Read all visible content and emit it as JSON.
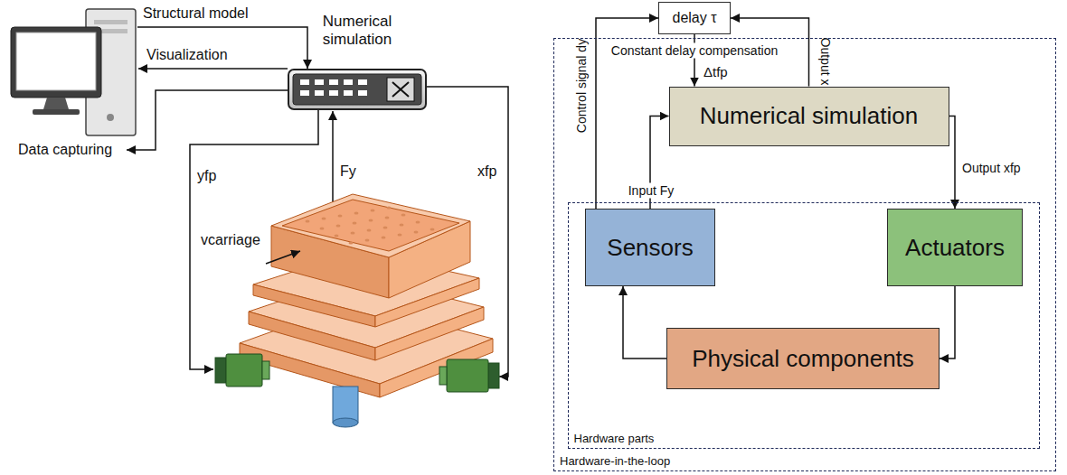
{
  "diagram": {
    "nodes": [
      {
        "text": [
          "Numerical simulation"
        ]
      },
      {
        "text": [
          "delay τ"
        ]
      },
      {
        "text": [
          "Hardware-in-the-loop"
        ]
      },
      {
        "text": [
          "Numerical simulation"
        ],
        "in": 2
      },
      {
        "text": [
          "Hardware parts"
        ],
        "in": 2
      },
      {
        "text": [
          "Sensors"
        ],
        "in": 4
      },
      {
        "text": [
          "Actuators"
        ],
        "in": 4
      },
      {
        "text": [
          "Physical components"
        ],
        "in": 4
      }
    ],
    "edges": [
      {
        "from": 5,
        "to": 1,
        "arrow": "to",
        "label": "Control signal dy"
      },
      {
        "from": 3,
        "to": 1,
        "arrow": "to",
        "label": "Output x"
      },
      {
        "from": 1,
        "to": 3,
        "arrow": "to",
        "label": "Constant delay compensation"
      },
      {
        "from": 5,
        "to": 3,
        "arrow": "to",
        "label": "Input Fy"
      },
      {
        "from": 3,
        "to": 6,
        "arrow": "to",
        "label": "Output xfp"
      },
      {
        "from": 6,
        "to": 7,
        "arrow": "to"
      },
      {
        "from": 7,
        "to": 5,
        "arrow": "to"
      }
    ],
    "labels": [
      "Structural model",
      "Visualization",
      "Data capturing",
      "yfp",
      "Fy",
      "xfp",
      "vcarriage",
      "Δtfp"
    ]
  }
}
